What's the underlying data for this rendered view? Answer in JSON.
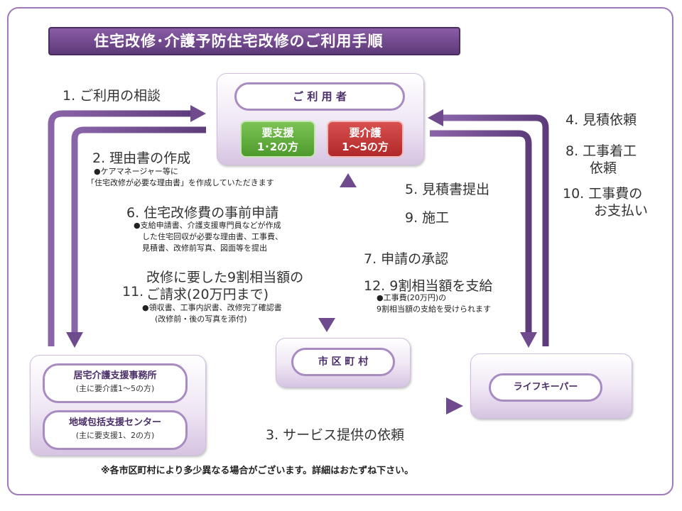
{
  "title": "住宅改修･介護予防住宅改修のご利用手順",
  "user": {
    "label": "ご 利 用 者",
    "support_line1": "要支援",
    "support_line2": "1･2の方",
    "care_line1": "要介護",
    "care_line2": "1～5の方"
  },
  "city": "市 区 町 村",
  "left_box": {
    "care_office": "居宅介護支援事務所",
    "care_office_sub": "(主に要介護1～5の方)",
    "support_center": "地域包括支援センター",
    "support_center_sub": "(主に要支援1、2の方)"
  },
  "lifekeeper": "ライフキーパー",
  "steps": {
    "s1": "1. ご利用の相談",
    "s2": "2. 理由書の作成",
    "s2_note1": "●ケアマネージャー等に",
    "s2_note2": "「住宅改修が必要な理由書」を作成していただきます",
    "s6": "6. 住宅改修費の事前申請",
    "s6_note1": "●支給申請書、介護支援専門員などが作成",
    "s6_note2": "した住宅回収が必要な理由書、工事費、",
    "s6_note3": "見積書、改修前写真、図面等を提出",
    "s11_num": "11.",
    "s11_line1": "改修に要した9割相当額の",
    "s11_line2": "ご請求(20万円まで)",
    "s11_note1": "●領収書、工事内訳書、改修完了確認書",
    "s11_note2": "(改修前・後の写真を添付)",
    "s5": "5. 見積書提出",
    "s9": "9. 施工",
    "s7": "7. 申請の承認",
    "s12": "12. 9割相当額を支給",
    "s12_note1": "●工事費(20万円)の",
    "s12_note2": "9割相当額の支給を受けられます",
    "s4": "4. 見積依頼",
    "s8_line1": "8. 工事着工",
    "s8_line2": "依頼",
    "s10_line1": "10. 工事費の",
    "s10_line2": "お支払い",
    "s3": "3. サービス提供の依頼"
  },
  "footer": "※各市区町村により多少異なる場合がございます。詳細はおたずね下さい。",
  "colors": {
    "frame": "#a07ab8",
    "title_bg": "#6b4488",
    "arrow": "#6f4b8e",
    "support_badge": "#5eae3a",
    "care_badge": "#c83a3a"
  }
}
